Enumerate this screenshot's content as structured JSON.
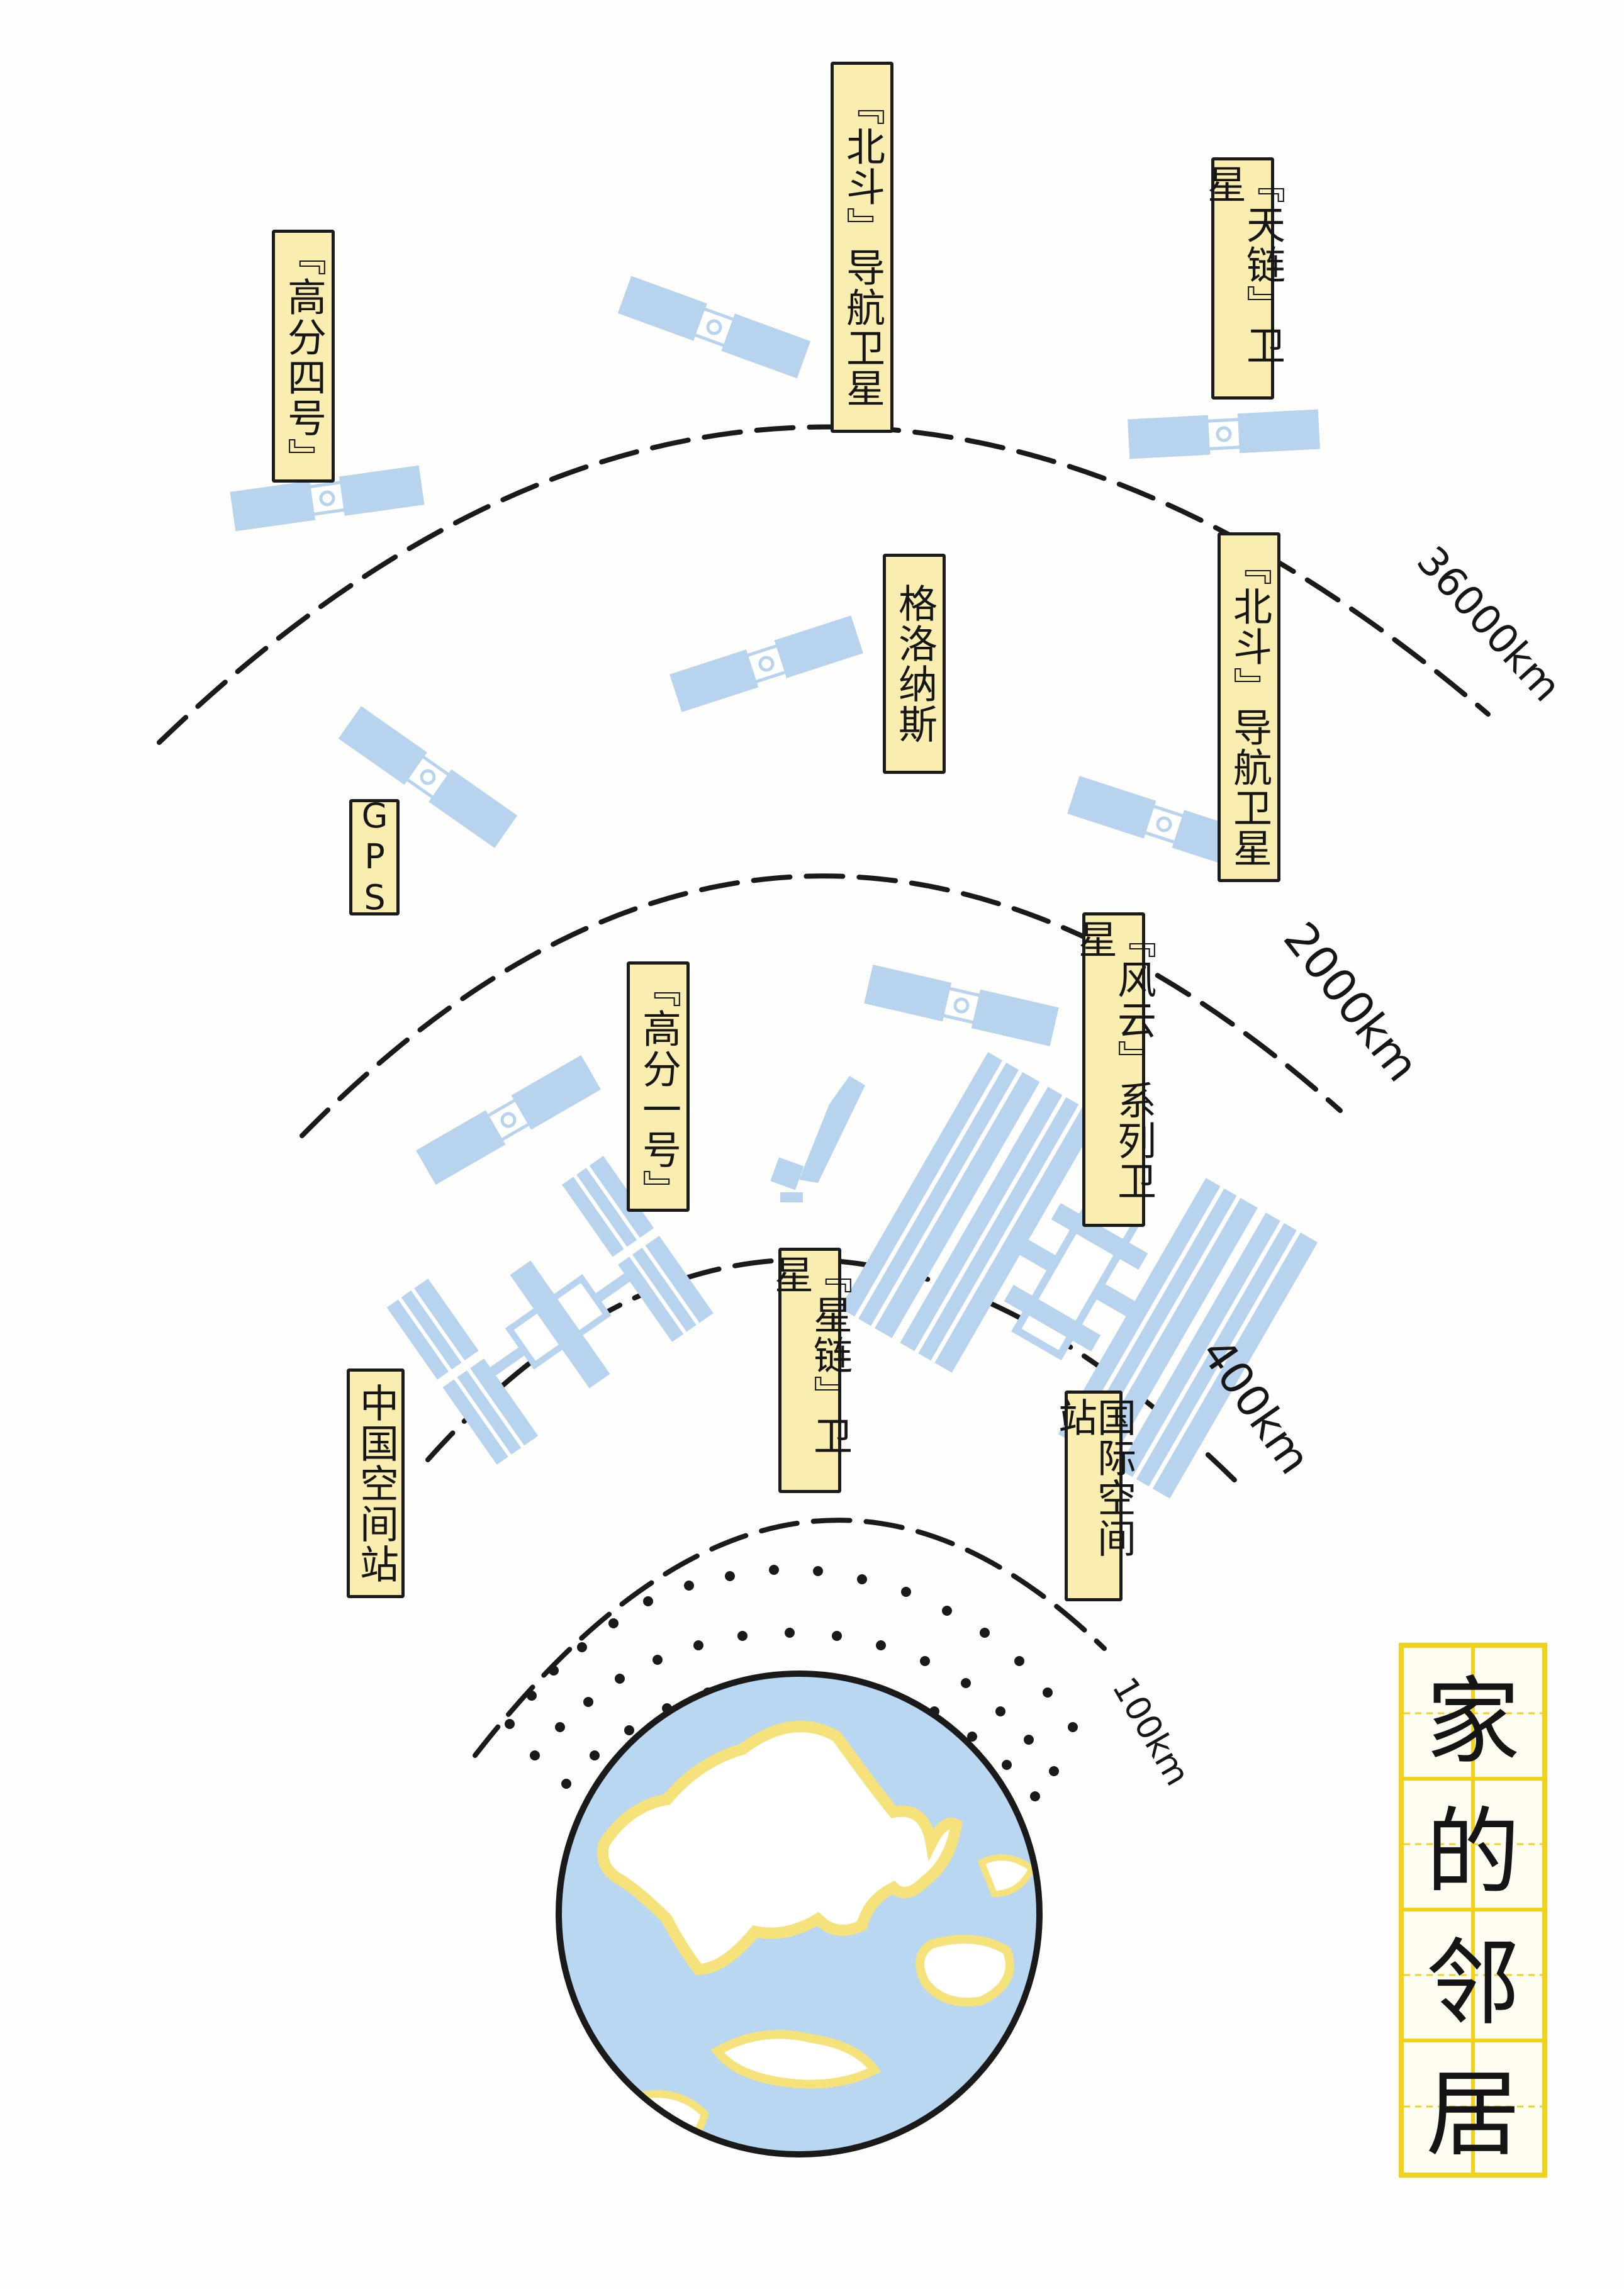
{
  "title": [
    "家",
    "的",
    "邻",
    "居"
  ],
  "orbits": [
    {
      "label": "36000km"
    },
    {
      "label": "2000km"
    },
    {
      "label": "400km"
    },
    {
      "label": "100km"
    }
  ],
  "satellites": [
    {
      "label": "『高分四号』"
    },
    {
      "label": "『北斗』导航卫星"
    },
    {
      "label": "『天链』卫星"
    },
    {
      "label": "格洛纳斯"
    },
    {
      "label": "『北斗』导航卫星"
    },
    {
      "label": "GPS"
    },
    {
      "label": "『风云』系列卫星"
    },
    {
      "label": "『高分一号』"
    },
    {
      "label": "『星链』卫星"
    },
    {
      "label": "中国空间站"
    },
    {
      "label": "国际空间站"
    }
  ],
  "colors": {
    "orbit_line": "#1a1a1a",
    "satellite_panel": "#b7d3ee",
    "label_fill": "#f9eeb0",
    "earth_ocean": "#b9d7f1",
    "earth_land": "#ffffff",
    "earth_coast": "#f5e27a",
    "title_grid": "#f0d21c"
  },
  "icons": [
    "satellite-icon",
    "space-station-icon",
    "earth-icon"
  ]
}
